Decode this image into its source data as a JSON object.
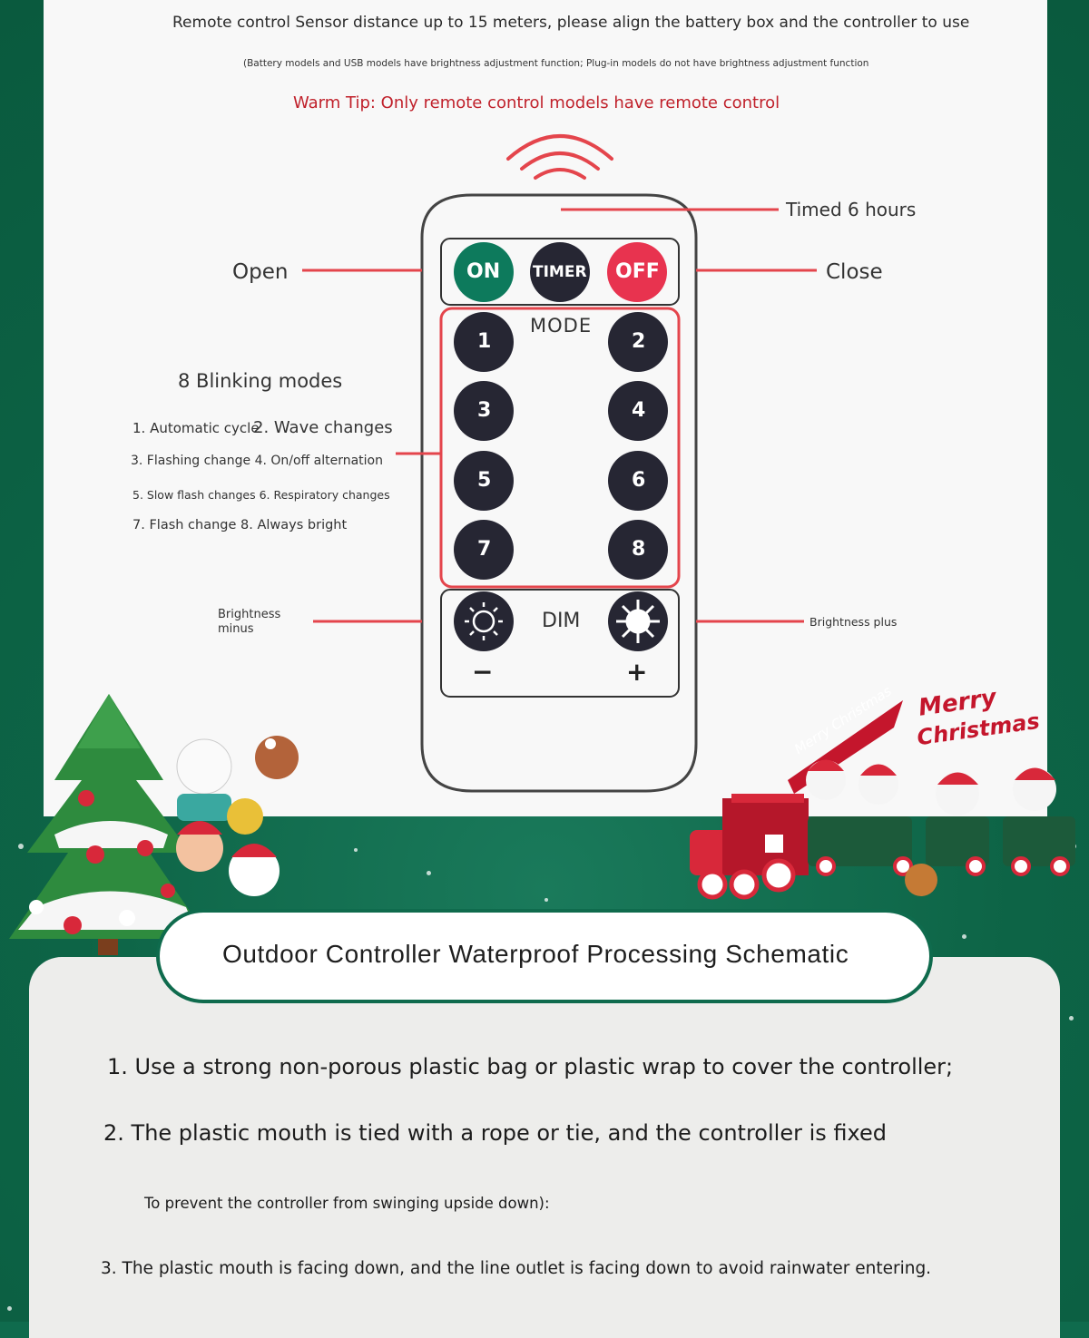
{
  "header": {
    "line1": "Remote control Sensor distance up to 15 meters, please align the battery box and the controller to use",
    "line2": "(Battery models and USB models have brightness adjustment function; Plug-in models do not have brightness adjustment function",
    "warm_tip": "Warm Tip: Only remote control models have remote control"
  },
  "remote": {
    "buttons": {
      "on": "ON",
      "timer": "TIMER",
      "off": "OFF",
      "mode": "MODE",
      "dim": "DIM",
      "minus": "−",
      "plus": "+",
      "numbers": [
        "1",
        "2",
        "3",
        "4",
        "5",
        "6",
        "7",
        "8"
      ]
    }
  },
  "callouts": {
    "timed": "Timed 6 hours",
    "open": "Open",
    "close": "Close",
    "modes_title": "8 Blinking modes",
    "mode_row1_a": "1. Automatic cycle",
    "mode_row1_b": "2. Wave changes",
    "mode_row2": "3. Flashing change 4. On/off alternation",
    "mode_row3": "5. Slow flash changes 6. Respiratory changes",
    "mode_row4": "7. Flash change 8. Always bright",
    "brightness_minus_1": "Brightness",
    "brightness_minus_2": "minus",
    "brightness_plus": "Brightness plus"
  },
  "decor": {
    "banner": "Merry Christmas",
    "merry": "Merry",
    "christmas": "Christmas"
  },
  "section": {
    "title": "Outdoor Controller Waterproof Processing Schematic",
    "step1": "1. Use a strong non-porous plastic bag or plastic wrap to cover the controller;",
    "step2": "2. The plastic mouth is tied with a rope or tie, and the controller is fixed",
    "step2_note": "To prevent the controller from swinging upside down):",
    "step3": "3. The plastic mouth is facing down, and the line outlet is facing down to avoid rainwater entering."
  },
  "colors": {
    "brand_green": "#0f6b4d",
    "accent_red": "#e4454c",
    "button_dark": "#262633",
    "button_green": "#0d7a5c",
    "button_red": "#e8334f",
    "warm_tip_red": "#c0212b"
  },
  "icons": [
    "signal-waves-icon",
    "sun-dim-icon",
    "sun-bright-icon",
    "christmas-tree-icon",
    "train-icon"
  ]
}
